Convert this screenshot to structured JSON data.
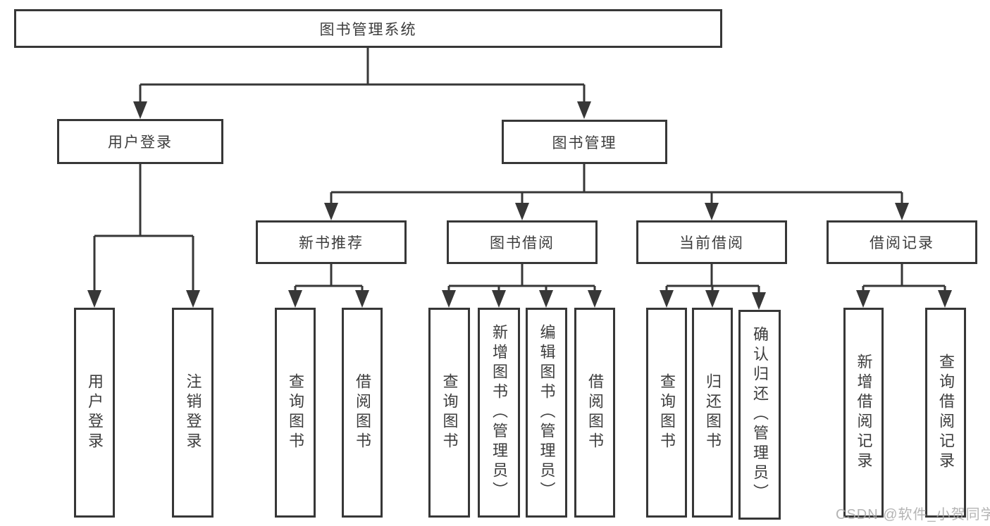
{
  "colors": {
    "line": "#373737",
    "text": "#3d3d3d",
    "background": "#ffffff",
    "watermark": "#a8a8a8"
  },
  "watermark": "CSDN @软件_小贺同学",
  "tree": {
    "root": {
      "label": "图书管理系统"
    },
    "children": [
      {
        "label": "用户登录",
        "children": [
          "用户登录",
          "注销登录"
        ]
      },
      {
        "label": "图书管理",
        "children": [
          {
            "label": "新书推荐",
            "children": [
              "查询图书",
              "借阅图书"
            ]
          },
          {
            "label": "图书借阅",
            "children": [
              "查询图书",
              "新增图书（管理员）",
              "编辑图书（管理员）",
              "借阅图书"
            ]
          },
          {
            "label": "当前借阅",
            "children": [
              "查询图书",
              "归还图书",
              "确认归还（管理员）"
            ]
          },
          {
            "label": "借阅记录",
            "children": [
              "新增借阅记录",
              "查询借阅记录"
            ]
          }
        ]
      }
    ]
  }
}
